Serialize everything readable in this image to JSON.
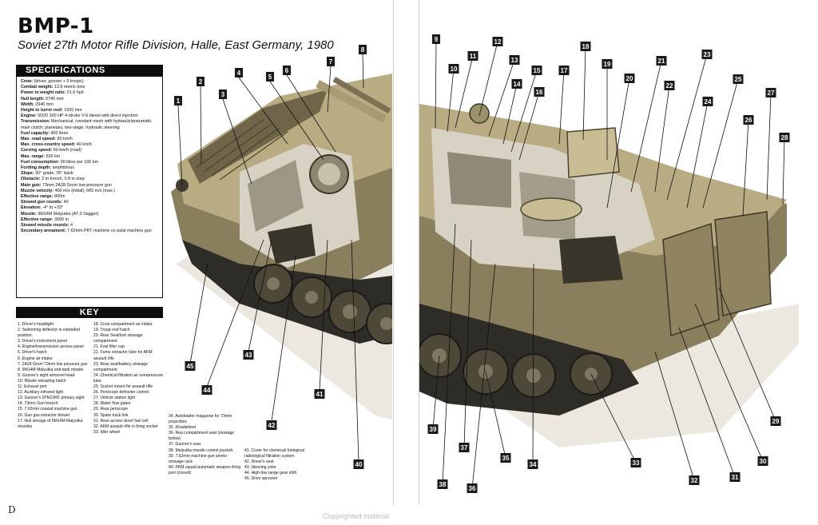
{
  "header": {
    "title": "BMP-1",
    "subtitle": "Soviet 27th Motor Rifle Division, Halle, East Germany, 1980"
  },
  "specifications": {
    "heading": "SPECIFICATIONS",
    "rows": [
      {
        "label": "Crew:",
        "value": "(driver, gunner + 9 troops)"
      },
      {
        "label": "Combat weight:",
        "value": "13.9 metric tons"
      },
      {
        "label": "Power to weight ratio:",
        "value": "21.6 hp/t"
      },
      {
        "label": "Hull length:",
        "value": "6740 mm"
      },
      {
        "label": "Width:",
        "value": "2940 mm"
      },
      {
        "label": "Height to turret roof:",
        "value": "1920 mm"
      },
      {
        "label": "Engine:",
        "value": "5D20 300 HP 4-stroke V-6 diesel with direct injection"
      },
      {
        "label": "Transmission:",
        "value": "Mechanical, constant mesh with hydraulic/pneumatic main clutch; planetary, two-stage, hydraulic steering"
      },
      {
        "label": "Fuel capacity:",
        "value": "460 litres"
      },
      {
        "label": "Max. road speed:",
        "value": "80 km/h"
      },
      {
        "label": "Max. cross-country speed:",
        "value": "40 km/h"
      },
      {
        "label": "Cursing speed:",
        "value": "60 km/h (road)"
      },
      {
        "label": "Max. range:",
        "value": "500 km"
      },
      {
        "label": "Fuel consumption:",
        "value": "90 litres per 100 km"
      },
      {
        "label": "Fording depth:",
        "value": "amphibious"
      },
      {
        "label": "Slope:",
        "value": "30° grade, 35° bank"
      },
      {
        "label": "Obstacle:",
        "value": "2 m trench, 0.8 m step"
      },
      {
        "label": "Main gun:",
        "value": "73mm 2A28 Grom low-pressure gun"
      },
      {
        "label": "Muzzle velocity:",
        "value": "400 m/s (initial); 665 m/s (max.)"
      },
      {
        "label": "Effective range:",
        "value": "800m"
      },
      {
        "label": "Stowed gun rounds:",
        "value": "40"
      },
      {
        "label": "Elevation:",
        "value": "-4° to +33°"
      },
      {
        "label": "Missile:",
        "value": "9M14M Malyutka (AT-3 Sagger)"
      },
      {
        "label": "Effective range:",
        "value": "3000 m"
      },
      {
        "label": "Stowed missile rounds:",
        "value": "4"
      },
      {
        "label": "Secondary armament:",
        "value": "7.62mm PKT machine co-axial machine gun"
      }
    ]
  },
  "key": {
    "heading": "KEY",
    "col1": [
      "1. Driver's headlight",
      "2. Swimming deflector in extended position.",
      "3. Driver's instrument panel",
      "4. Engine/transmission access panel",
      "5. Driver's hatch",
      "6. Engine air intake",
      "7. 2A28 Grom 73mm low pressure gun",
      "8. 9M14M Malyutka anti-tank missile",
      "9. Gunner's sight armored head",
      "10. Missile reloading hatch",
      "11. Exhaust port",
      "12. Auxiliary infrared light",
      "13. Gunner's 1PN22M1 primary sight",
      "14. 73mm Gun breech",
      "15. 7.62mm coaxial machine gun",
      "16. Gun gas extractor blower",
      "17. Hull storage of 9M14M Malyutka missiles"
    ],
    "col2": [
      "18. Crew compartment air intake",
      "19. Troop roof hatch",
      "20. Rear Seat/fuel stowage compartment",
      "21. Fuel filler cap",
      "22. Fume extractor tube for AKM assault rifle",
      "23. Rear seat/battery stowage compartment",
      "24. Chemical filtration air overpressure tube",
      "25. Socket mount for assault rifle",
      "26. Periscope defroster control",
      "27. Vehicle station light",
      "28. Water flow gates",
      "29. Rear periscope",
      "30. Spare track link",
      "31. Rear access door/ fuel cell",
      "32. AKM assault rifle in firing socket",
      "33. Idler wheel"
    ],
    "col3": [
      "34. Autoloader magazine for 73mm projectiles",
      "35. Roadwheel",
      "36. Rea compartment seat (stowage below)",
      "37. Gunner's seat",
      "38. Malyutka missile control joystick",
      "39. 7.62mm machine gun ammo stowage rack",
      "40. PKM squad automatic weapon firing port (closed)"
    ],
    "col4": [
      "41. Cover for chemical/ biological radiological filtration system",
      "42. Driver's seat",
      "43. Steering yoke",
      "44. High-low range gear shift",
      "45. Drive sprocket"
    ]
  },
  "callouts_left": [
    "1",
    "2",
    "3",
    "4",
    "5",
    "6",
    "7",
    "8",
    "40",
    "41",
    "42",
    "43",
    "44",
    "45"
  ],
  "callouts_right": [
    "9",
    "10",
    "11",
    "12",
    "13",
    "14",
    "15",
    "16",
    "17",
    "18",
    "19",
    "20",
    "21",
    "22",
    "23",
    "24",
    "25",
    "26",
    "27",
    "28",
    "29",
    "30",
    "31",
    "32",
    "33",
    "34",
    "35",
    "36",
    "37",
    "38",
    "39"
  ],
  "footer": {
    "page_letter": "D",
    "copyright": "Copyrighted material"
  },
  "colors": {
    "hull": "#8a7f5c",
    "hull_dark": "#4a4430",
    "hull_light": "#b9ab82",
    "track": "#2e2c26",
    "shadow": "#e6e1d6"
  }
}
